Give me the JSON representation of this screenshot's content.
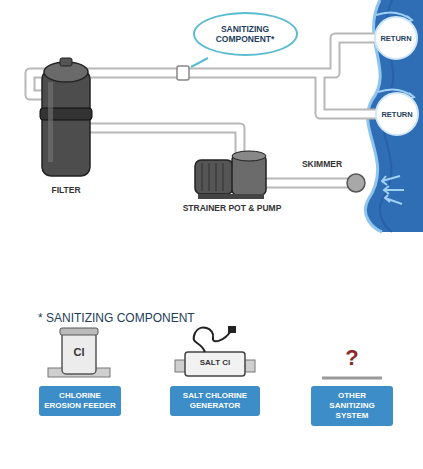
{
  "diagram": {
    "nodes": [
      {
        "text": [
          "SANITIZING COMPONENT*"
        ]
      },
      {
        "text": [
          "RETURN"
        ]
      },
      {
        "text": [
          "RETURN"
        ]
      },
      {
        "text": [
          "CHLORINE EROSION FEEDER"
        ]
      },
      {
        "text": [
          "SALT CHLORINE GENERATOR"
        ]
      },
      {
        "text": [
          "OTHER SANITIZING SYSTEM"
        ]
      }
    ],
    "labels": [
      "FILTER",
      "STRAINER POT & PUMP",
      "SKIMMER",
      "* SANITIZING COMPONENT",
      "Cl",
      "SALT Cl",
      "?"
    ]
  }
}
